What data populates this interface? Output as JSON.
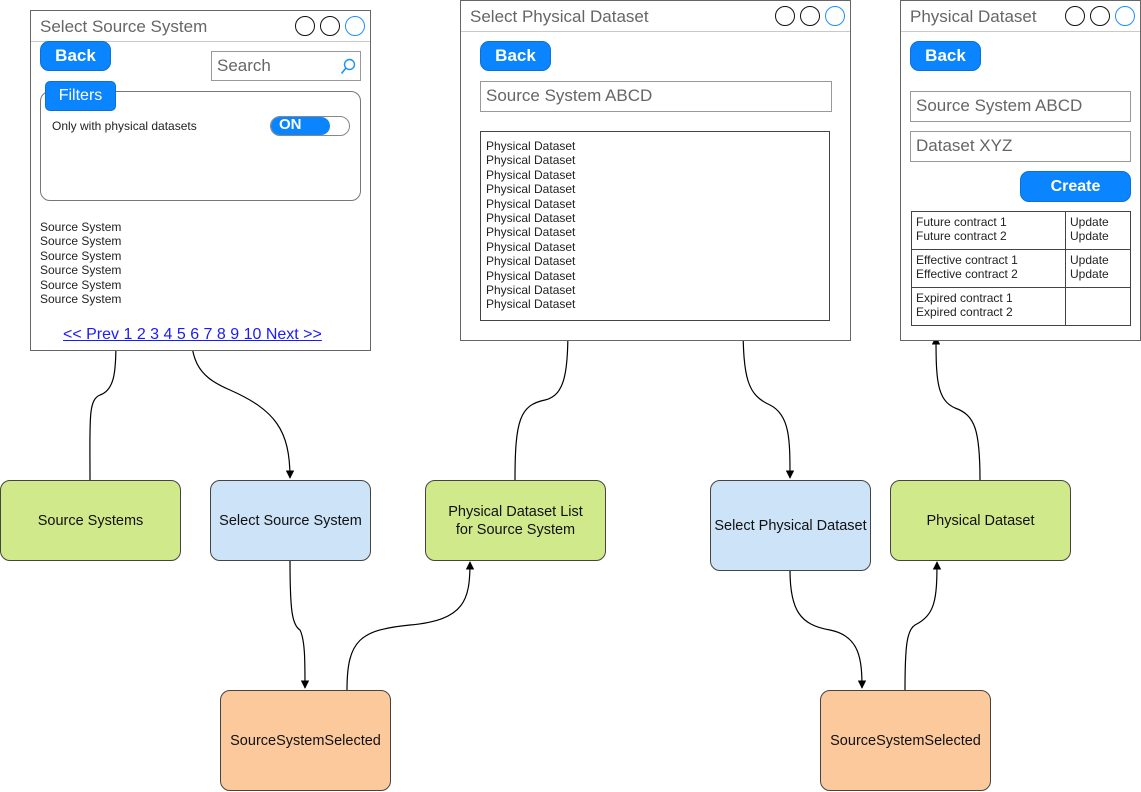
{
  "screen1": {
    "title": "Select Source System",
    "back_label": "Back",
    "search_placeholder": "Search",
    "filters_label": "Filters",
    "filter_option_label": "Only with physical datasets",
    "toggle_label": "ON",
    "list_items": [
      "Source System",
      "Source System",
      "Source System",
      "Source System",
      "Source System",
      "Source System"
    ],
    "pager": "<< Prev 1 2 3 4 5 6 7 8 9 10 Next >>"
  },
  "screen2": {
    "title": "Select Physical Dataset",
    "back_label": "Back",
    "source_field": "Source System ABCD",
    "list_items": [
      "Physical Dataset",
      "Physical Dataset",
      "Physical Dataset",
      "Physical Dataset",
      "Physical Dataset",
      "Physical Dataset",
      "Physical Dataset",
      "Physical Dataset",
      "Physical Dataset",
      "Physical Dataset",
      "Physical Dataset",
      "Physical Dataset"
    ]
  },
  "screen3": {
    "title": "Physical Dataset",
    "back_label": "Back",
    "source_field": "Source System ABCD",
    "dataset_field": "Dataset XYZ",
    "create_label": "Create",
    "contracts": [
      {
        "names": [
          "Future contract 1",
          "Future contract 2"
        ],
        "actions": [
          "Update",
          "Update"
        ]
      },
      {
        "names": [
          "Effective contract 1",
          "Effective contract 2"
        ],
        "actions": [
          "Update",
          "Update"
        ]
      },
      {
        "names": [
          "Expired contract 1",
          "Expired contract 2"
        ],
        "actions": []
      }
    ]
  },
  "nodes": {
    "source_systems": "Source Systems",
    "select_source_system": "Select Source System",
    "physical_dataset_list_line1": "Physical Dataset List",
    "physical_dataset_list_line2": "for Source System",
    "source_system_selected_1": "SourceSystemSelected",
    "select_physical_dataset": "Select Physical Dataset",
    "physical_dataset": "Physical Dataset",
    "source_system_selected_2": "SourceSystemSelected"
  },
  "colors": {
    "green": "#d0e98a",
    "blue": "#cde3f8",
    "orange": "#fcc99c",
    "button": "#0a84ff",
    "window_circle_accent": "#1e90ff",
    "link": "#1a1aff"
  }
}
